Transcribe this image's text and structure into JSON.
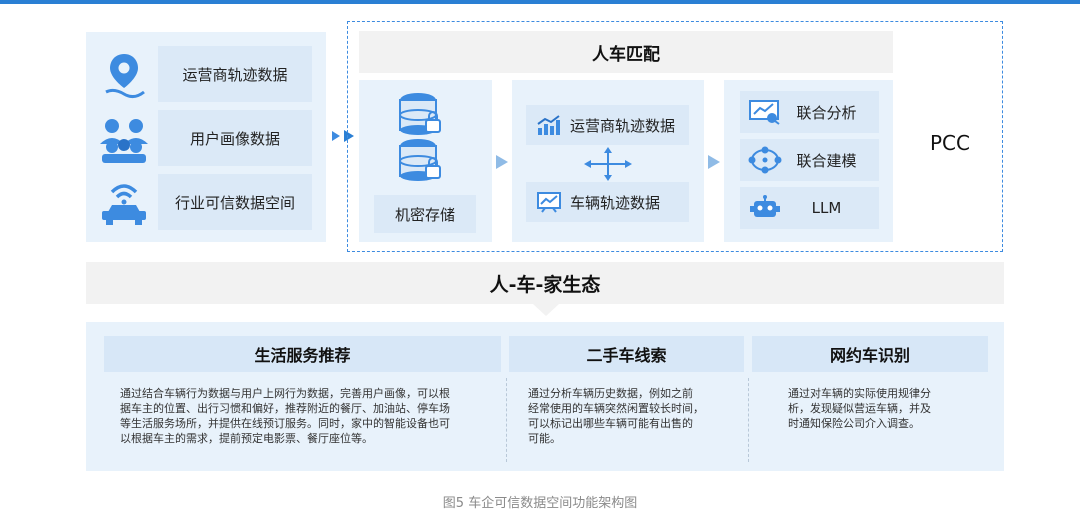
{
  "sources": [
    {
      "label": "运营商轨迹数据",
      "icon": "location-pin-icon"
    },
    {
      "label": "用户画像数据",
      "icon": "user-group-icon"
    },
    {
      "label": "行业可信数据空间",
      "icon": "connected-car-icon"
    }
  ],
  "pcc": {
    "title": "人车匹配",
    "label": "PCC",
    "storage_label": "机密存储",
    "middle_items": [
      {
        "label": "运营商轨迹数据",
        "icon": "rising-chart-icon"
      },
      {
        "label": "车辆轨迹数据",
        "icon": "board-chart-icon"
      }
    ],
    "right_items": [
      {
        "label": "联合分析",
        "icon": "analytics-icon"
      },
      {
        "label": "联合建模",
        "icon": "network-model-icon"
      },
      {
        "label": "LLM",
        "icon": "robot-icon"
      }
    ]
  },
  "ecosystem": {
    "title": "人-车-家生态"
  },
  "services": [
    {
      "title": "生活服务推荐",
      "lines": [
        "通过结合车辆行为数据与用户上网行为数据，完善用户画像，可以根",
        "据车主的位置、出行习惯和偏好，推荐附近的餐厅、加油站、停车场",
        "等生活服务场所，并提供在线预订服务。同时，家中的智能设备也可",
        "以根据车主的需求，提前预定电影票、餐厅座位等。"
      ]
    },
    {
      "title": "二手车线索",
      "lines": [
        "通过分析车辆历史数据，例如之前",
        "经常使用的车辆突然闲置较长时间，",
        "可以标记出哪些车辆可能有出售的",
        "可能。"
      ]
    },
    {
      "title": "网约车识别",
      "lines": [
        "通过对车辆的实际使用规律分",
        "析，发现疑似营运车辆，并及",
        "时通知保险公司介入调查。"
      ]
    }
  ],
  "caption": "图5 车企可信数据空间功能架构图",
  "colors": {
    "accent": "#2a7fd4",
    "panel": "#e8f2fb",
    "tile": "#dbe9f7",
    "dashed_border": "#3d8be0"
  }
}
